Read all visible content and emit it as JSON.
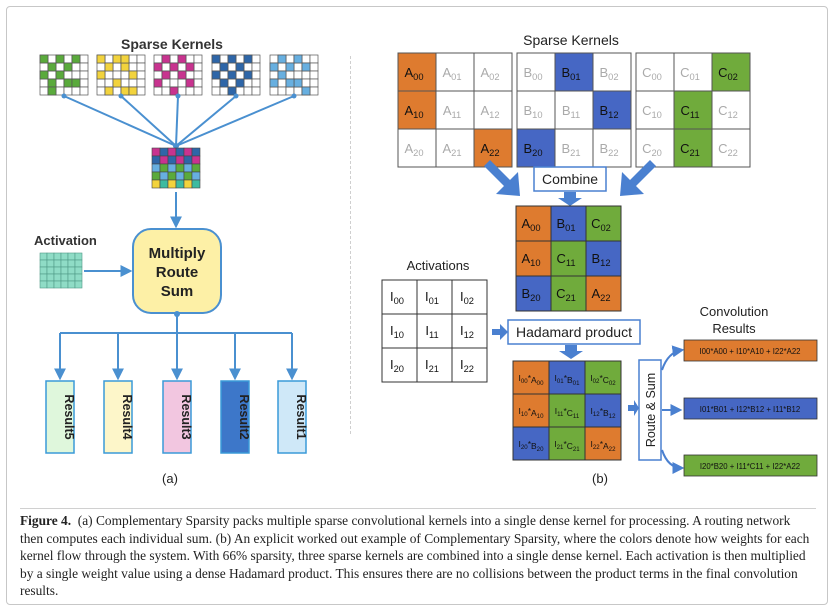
{
  "panel_a": {
    "title": "Sparse Kernels",
    "activation_label": "Activation",
    "mrs_lines": [
      "Multiply",
      "Route",
      "Sum"
    ],
    "results": [
      "Result5",
      "Result4",
      "Result3",
      "Result2",
      "Result1"
    ],
    "label": "(a)",
    "colors": {
      "green": "#5aaa3c",
      "yellow": "#f2d33d",
      "magenta": "#c8338f",
      "blue": "#2e66a8",
      "lightblue": "#67afe0",
      "teal": "#3dbba0"
    }
  },
  "panel_b": {
    "title": "Sparse Kernels",
    "kernel_a": [
      [
        "A00",
        "A01",
        "A02"
      ],
      [
        "A10",
        "A11",
        "A12"
      ],
      [
        "A20",
        "A21",
        "A22"
      ]
    ],
    "kernel_b": [
      [
        "B00",
        "B01",
        "B02"
      ],
      [
        "B10",
        "B11",
        "B12"
      ],
      [
        "B20",
        "B21",
        "B22"
      ]
    ],
    "kernel_c": [
      [
        "C00",
        "C01",
        "C02"
      ],
      [
        "C10",
        "C11",
        "C12"
      ],
      [
        "C20",
        "C21",
        "C22"
      ]
    ],
    "combine_label": "Combine",
    "dense": [
      [
        "A00",
        "B01",
        "C02"
      ],
      [
        "A10",
        "C11",
        "B12"
      ],
      [
        "B20",
        "C21",
        "A22"
      ]
    ],
    "activations_label": "Activations",
    "activations": [
      [
        "I00",
        "I01",
        "I02"
      ],
      [
        "I10",
        "I11",
        "I12"
      ],
      [
        "I20",
        "I21",
        "I22"
      ]
    ],
    "hadamard_label": "Hadamard product",
    "products": [
      [
        "I00*A00",
        "I01*B01",
        "I02*C02"
      ],
      [
        "I10*A10",
        "I11*C11",
        "I12*B12"
      ],
      [
        "I20*B20",
        "I21*C21",
        "I22*A22"
      ]
    ],
    "route_sum_label": "Route & Sum",
    "conv_title": [
      "Convolution",
      "Results"
    ],
    "conv_results": [
      "I00*A00 + I10*A10 + I22*A22",
      "I01*B01 + I12*B12 + I11*B12",
      "I20*B20 + I11*C11 + I22*A22"
    ],
    "label": "(b)",
    "colors": {
      "orange": "#de7b2f",
      "blue": "#4667c4",
      "green": "#70ab3c"
    }
  },
  "caption": {
    "figure_label": "Figure 4.",
    "text": "(a) Complementary Sparsity packs multiple sparse convolutional kernels into a single dense kernel for processing. A routing network then computes each individual sum. (b) An explicit worked out example of Complementary Sparsity, where the colors denote how weights for each kernel flow through the system. With 66% sparsity, three sparse kernels are combined into a single dense kernel. Each activation is then multiplied by a single weight value using a dense Hadamard product. This ensures there are no collisions between the product terms in the final convolution results."
  }
}
